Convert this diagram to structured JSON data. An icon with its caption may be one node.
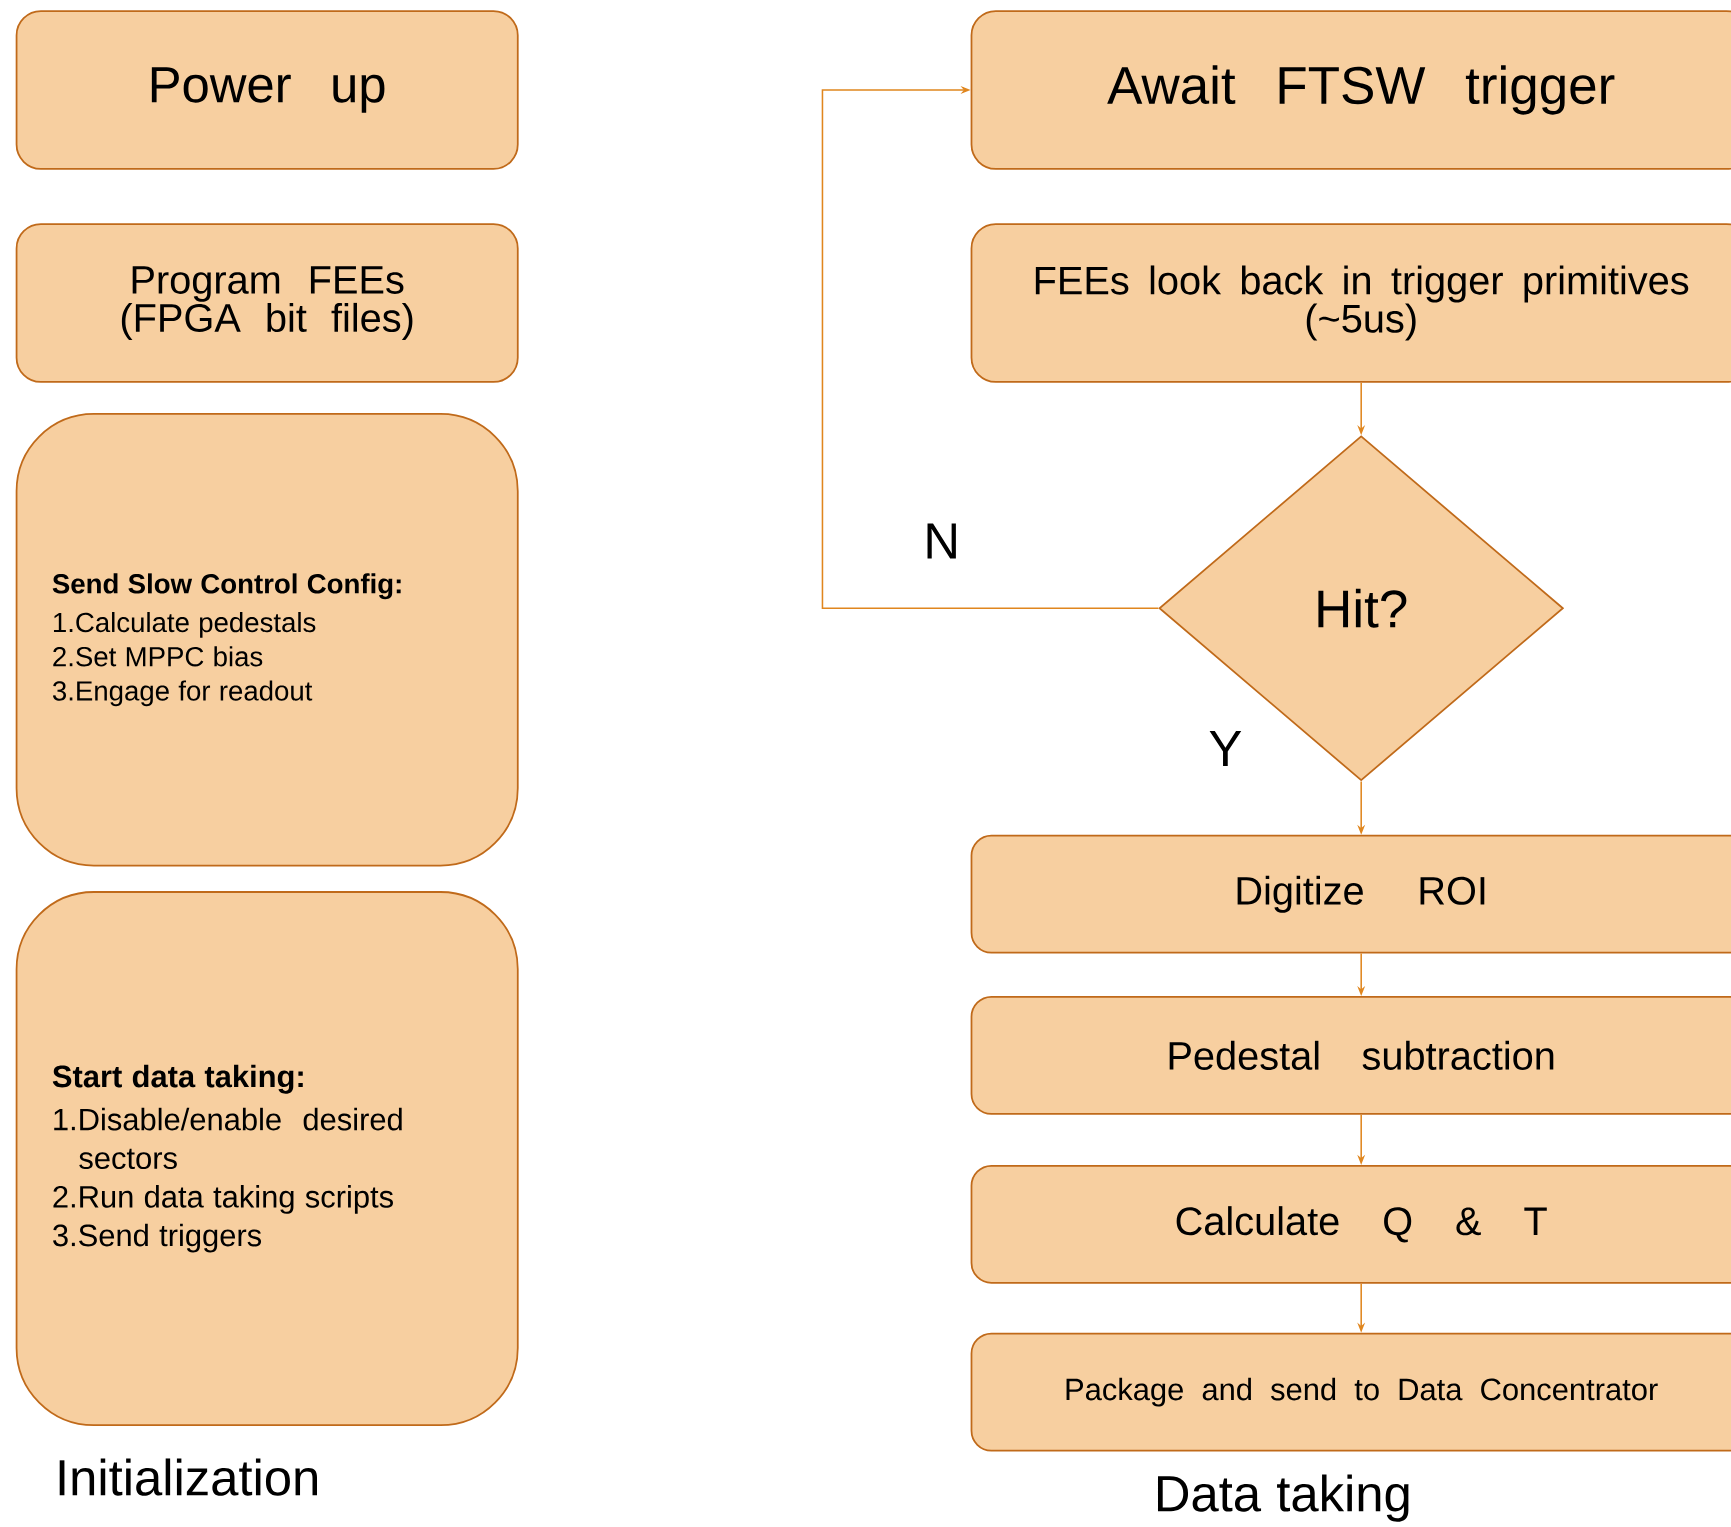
{
  "diagram": {
    "nodes": [
      {
        "text": [
          "Power up"
        ]
      },
      {
        "text": [
          "Program FEEs (FPGA bit files)"
        ]
      },
      {
        "text": [
          "Send Slow Control Config:",
          "1.Calculate pedestals",
          "2.Set MPPC bias",
          "3.Engage for readout"
        ]
      },
      {
        "text": [
          "Start data taking:",
          "1.Disable/enable desired sectors",
          "2.Run data taking scripts",
          "3.Send triggers"
        ]
      },
      {
        "text": [
          "Await FTSW trigger"
        ]
      },
      {
        "text": [
          "FEEs look back in trigger primitives (~5us)"
        ]
      },
      {
        "text": [
          "Hit?"
        ]
      },
      {
        "text": [
          "Digitize ROI"
        ]
      },
      {
        "text": [
          "Pedestal subtraction"
        ]
      },
      {
        "text": [
          "Calculate Q & T"
        ]
      },
      {
        "text": [
          "Package and send to Data Concentrator"
        ]
      }
    ],
    "edges": [
      {
        "from": 5,
        "to": 6,
        "arrow": "to"
      },
      {
        "from": 6,
        "to": 4,
        "arrow": "to",
        "label": "N"
      },
      {
        "from": 6,
        "to": 7,
        "arrow": "to",
        "label": "Y"
      },
      {
        "from": 7,
        "to": 8,
        "arrow": "to"
      },
      {
        "from": 8,
        "to": 9,
        "arrow": "to"
      },
      {
        "from": 9,
        "to": 10,
        "arrow": "to"
      }
    ],
    "labels": [
      "Initialization",
      "Data taking"
    ]
  }
}
